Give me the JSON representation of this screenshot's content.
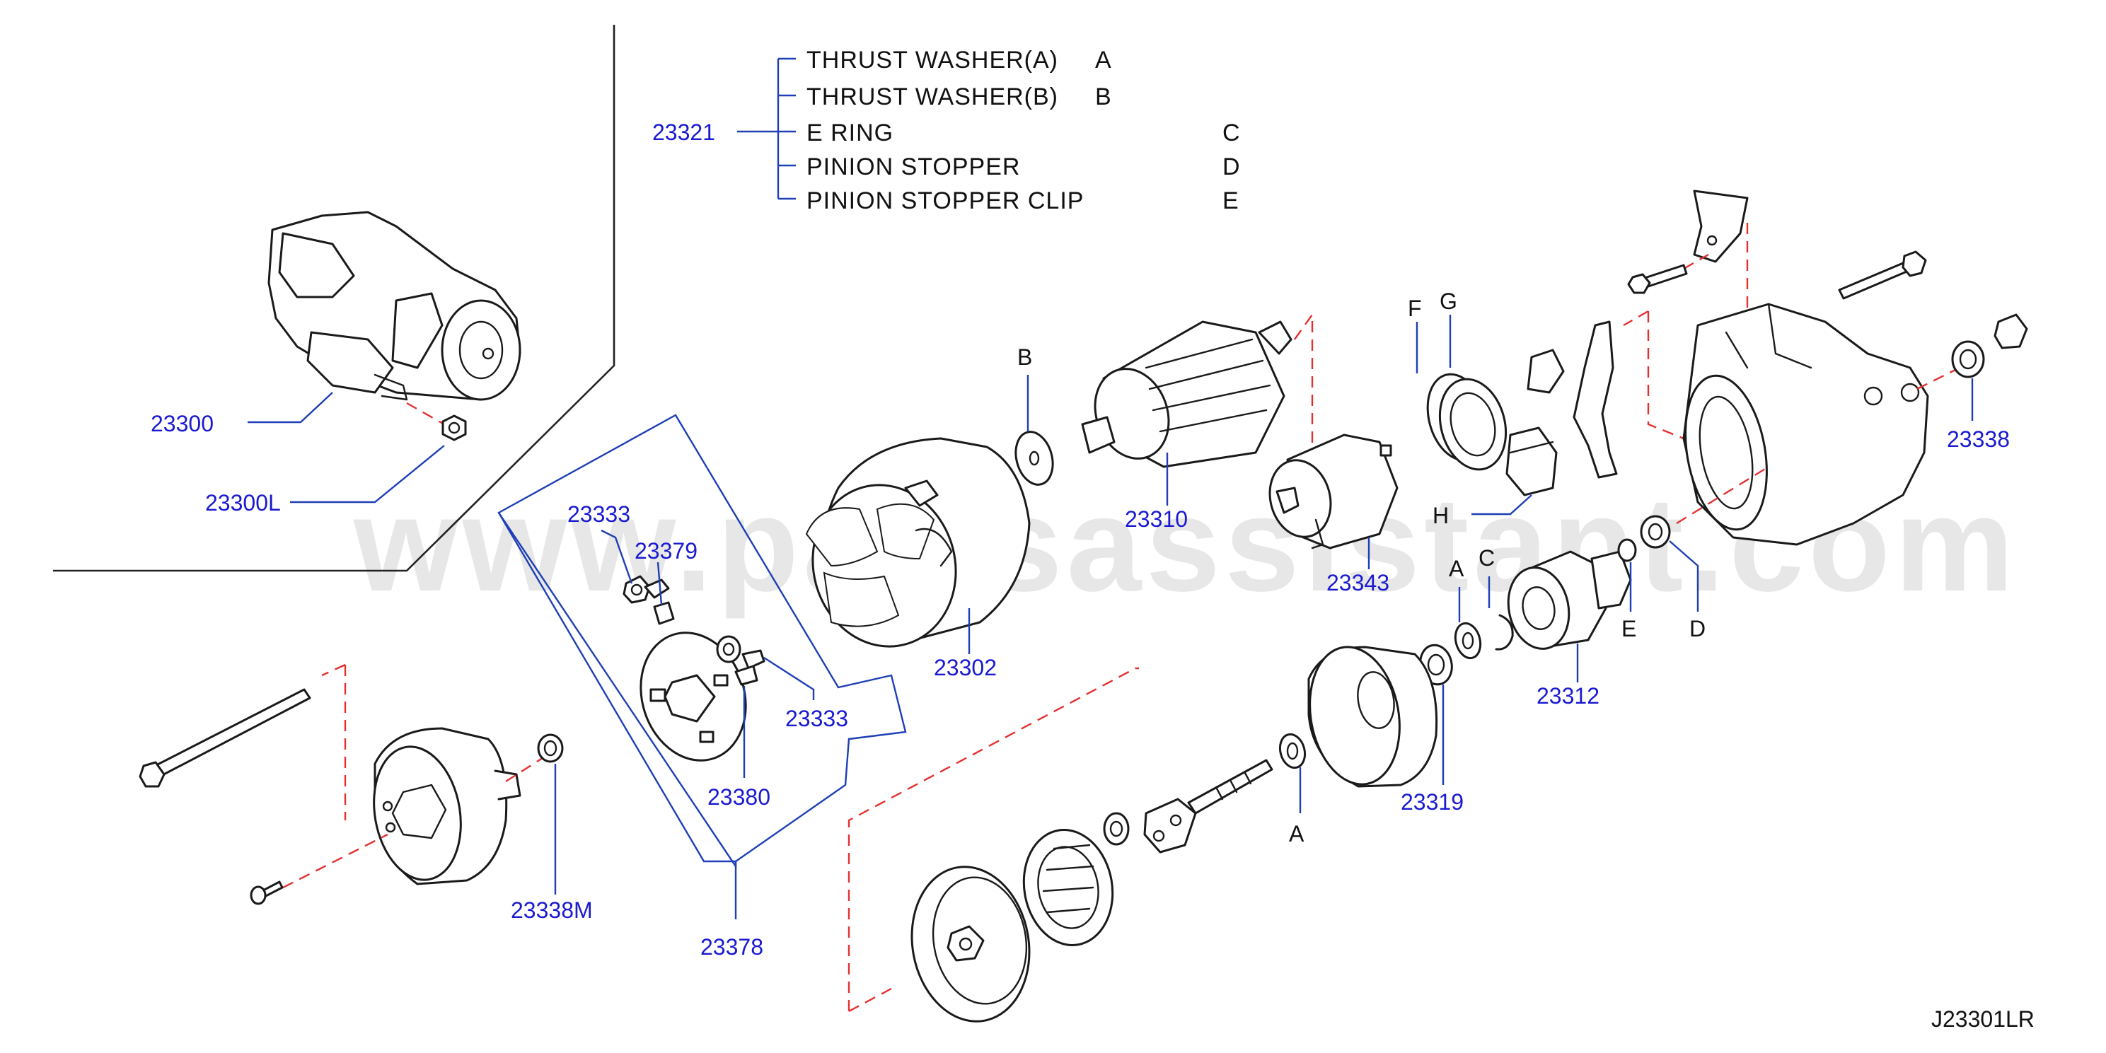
{
  "watermark": "www.partsassistant.com",
  "drawing_code": "J23301LR",
  "legend": {
    "group_part": "23321",
    "rows": [
      {
        "name": "THRUST  WASHER(A)",
        "letter": "A"
      },
      {
        "name": "THRUST  WASHER(B)",
        "letter": "B"
      },
      {
        "name": "E  RING",
        "letter": "C"
      },
      {
        "name": "PINION  STOPPER",
        "letter": "D"
      },
      {
        "name": "PINION  STOPPER  CLIP",
        "letter": "E"
      }
    ]
  },
  "parts": {
    "p23300": "23300",
    "p23300L": "23300L",
    "p23333a": "23333",
    "p23379": "23379",
    "p23333b": "23333",
    "p23380": "23380",
    "p23378": "23378",
    "p23302": "23302",
    "p23310": "23310",
    "p23343": "23343",
    "p23312": "23312",
    "p23319": "23319",
    "p23338": "23338",
    "p23338M": "23338M"
  },
  "letters": {
    "B": "B",
    "F": "F",
    "G": "G",
    "H": "H",
    "A1": "A",
    "C": "C",
    "E": "E",
    "D": "D",
    "A2": "A"
  }
}
